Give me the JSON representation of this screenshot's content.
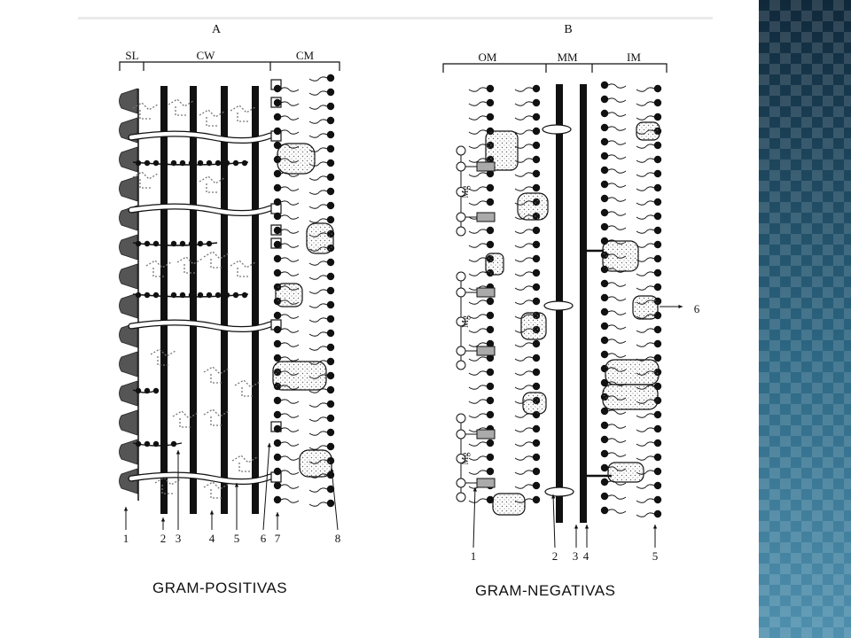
{
  "panel_a": {
    "label": "A",
    "layers": [
      "SL",
      "CW",
      "CM"
    ],
    "numbers": [
      "1",
      "2",
      "3",
      "4",
      "5",
      "6",
      "7",
      "8"
    ],
    "caption": "GRAM-POSITIVAS"
  },
  "panel_b": {
    "label": "B",
    "layers": [
      "OM",
      "MM",
      "IM"
    ],
    "numbers": [
      "1",
      "2",
      "3",
      "4",
      "5",
      "6"
    ],
    "ion_label": "Mg",
    "caption": "GRAM-NEGATIVAS"
  }
}
